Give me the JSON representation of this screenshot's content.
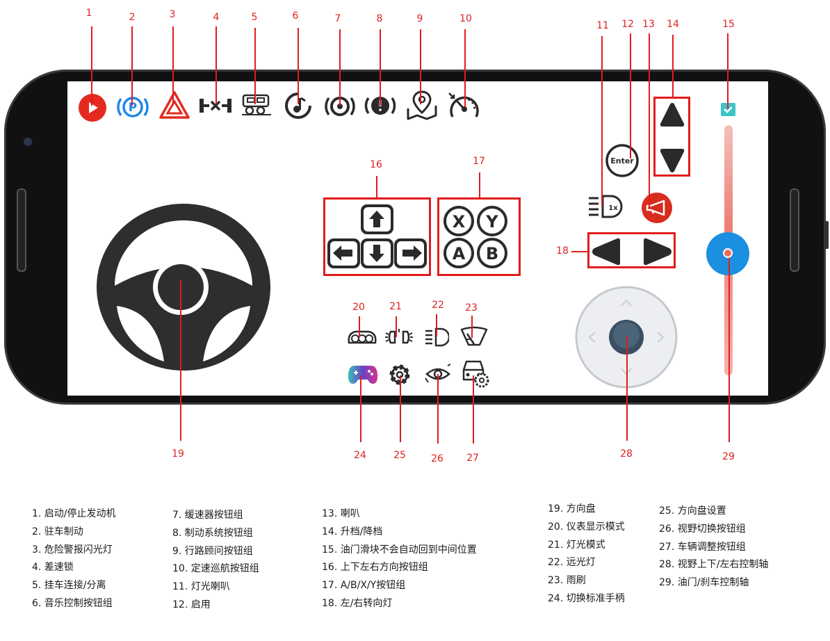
{
  "callouts": [
    "1",
    "2",
    "3",
    "4",
    "5",
    "6",
    "7",
    "8",
    "9",
    "10",
    "11",
    "12",
    "13",
    "14",
    "15",
    "16",
    "17",
    "18",
    "19",
    "20",
    "21",
    "22",
    "23",
    "24",
    "25",
    "26",
    "27",
    "28",
    "29"
  ],
  "enter_label": "Enter",
  "beam_label": "1x",
  "face_buttons": [
    "X",
    "Y",
    "A",
    "B"
  ],
  "legend": {
    "col1": [
      "1. 启动/停止发动机",
      "2. 驻车制动",
      "3. 危险警报闪光灯",
      "4. 差速锁",
      "5. 挂车连接/分离",
      "6. 音乐控制按钮组"
    ],
    "col2": [
      "7. 缓速器按钮组",
      "8. 制动系统按钮组",
      "9. 行路顾问按钮组",
      "10. 定速巡航按钮组",
      "11. 灯光喇叭",
      "12. 启用"
    ],
    "col3": [
      "13. 喇叭",
      "14. 升档/降档",
      "15. 油门滑块不会自动回到中间位置",
      "16. 上下左右方向按钮组",
      "17. A/B/X/Y按钮组",
      "18. 左/右转向灯"
    ],
    "col4": [
      "19. 方向盘",
      "20. 仪表显示模式",
      "21. 灯光模式",
      "22. 远光灯",
      "23. 雨刷",
      "24. 切换标准手柄"
    ],
    "col5": [
      "25. 方向盘设置",
      "26. 视野切换按钮组",
      "27. 车辆调整按钮组",
      "28. 视野上下/左右控制轴",
      "29. 油门/刹车控制轴"
    ]
  },
  "colors": {
    "accent_red": "#e31b1b",
    "engine_red": "#e42a1e",
    "park_blue": "#1e88e5",
    "slider_blue": "#1b8fe0",
    "slider_track": "#ef8d84",
    "check_teal": "#3cc4c8",
    "icon_dark": "#2a2a2a"
  },
  "icons": [
    "play-icon",
    "parking-brake-icon",
    "hazard-icon",
    "diff-lock-icon",
    "trailer-icon",
    "music-icon",
    "retarder-icon",
    "brake-icon",
    "route-advisor-icon",
    "cruise-control-icon",
    "light-horn-icon",
    "enter-icon",
    "horn-icon",
    "shift-up-icon",
    "shift-down-icon",
    "throttle-checkbox-icon",
    "dpad-icon",
    "abxy-icon",
    "turn-left-icon",
    "turn-right-icon",
    "steering-wheel-icon",
    "dashboard-icon",
    "light-mode-icon",
    "high-beam-icon",
    "wiper-icon",
    "gamepad-icon",
    "settings-icon",
    "view-switch-icon",
    "vehicle-adjust-icon",
    "view-joystick-icon",
    "throttle-slider-icon"
  ],
  "throttle_level": 0.5
}
